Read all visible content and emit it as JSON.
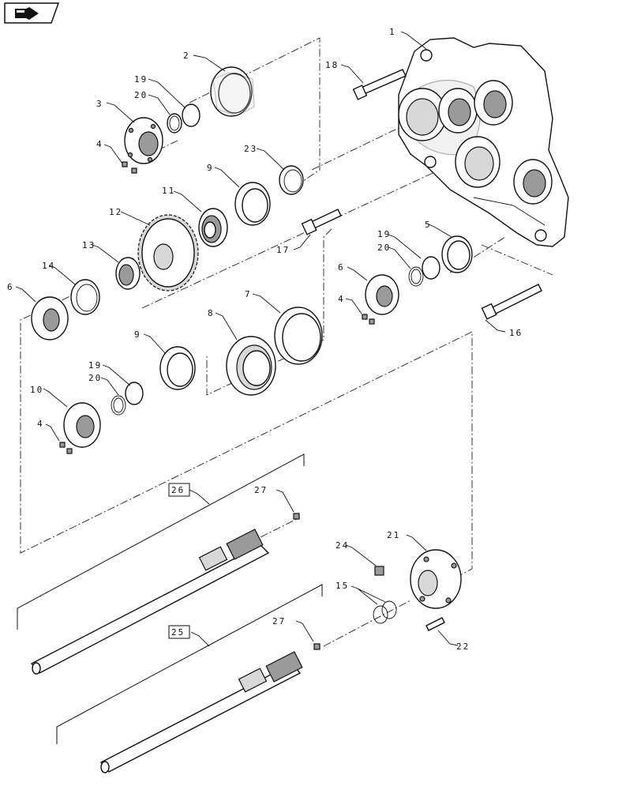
{
  "nav_icon": {
    "name": "next-page-arrow-icon"
  },
  "callouts": {
    "c1": "1",
    "c2": "2",
    "c3": "3",
    "c4a": "4",
    "c4b": "4",
    "c4c": "4",
    "c5": "5",
    "c6a": "6",
    "c6b": "6",
    "c7": "7",
    "c8": "8",
    "c9a": "9",
    "c9b": "9",
    "c10": "10",
    "c11": "11",
    "c12": "12",
    "c13": "13",
    "c14": "14",
    "c15": "15",
    "c16": "16",
    "c17": "17",
    "c18": "18",
    "c19a": "19",
    "c19b": "19",
    "c19c": "19",
    "c20a": "20",
    "c20b": "20",
    "c20c": "20",
    "c21": "21",
    "c22": "22",
    "c23": "23",
    "c24": "24",
    "c25": "25",
    "c26": "26",
    "c27a": "27",
    "c27b": "27"
  }
}
